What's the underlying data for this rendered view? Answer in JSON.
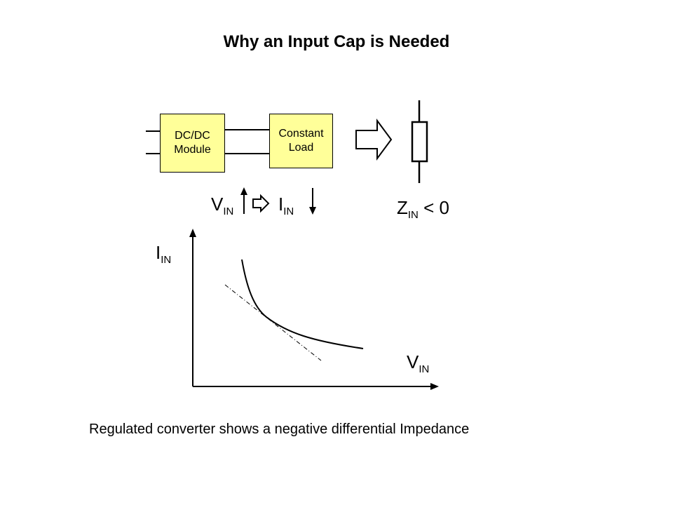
{
  "title": "Why an Input Cap is Needed",
  "dcdc_module": {
    "line1": "DC/DC",
    "line2": "Module"
  },
  "constant_load": {
    "line1": "Constant",
    "line2": "Load"
  },
  "labels": {
    "v_main": "V",
    "v_sub": "IN",
    "i_main": "I",
    "i_sub": "IN",
    "z_main": "Z",
    "z_sub": "IN",
    "z_rest": " < 0"
  },
  "graph": {
    "y_axis_main": "I",
    "y_axis_sub": "IN",
    "x_axis_main": "V",
    "x_axis_sub": "IN"
  },
  "caption": "Regulated converter shows a negative differential Impedance",
  "colors": {
    "box_fill": "#ffff99",
    "ink": "#000000"
  }
}
